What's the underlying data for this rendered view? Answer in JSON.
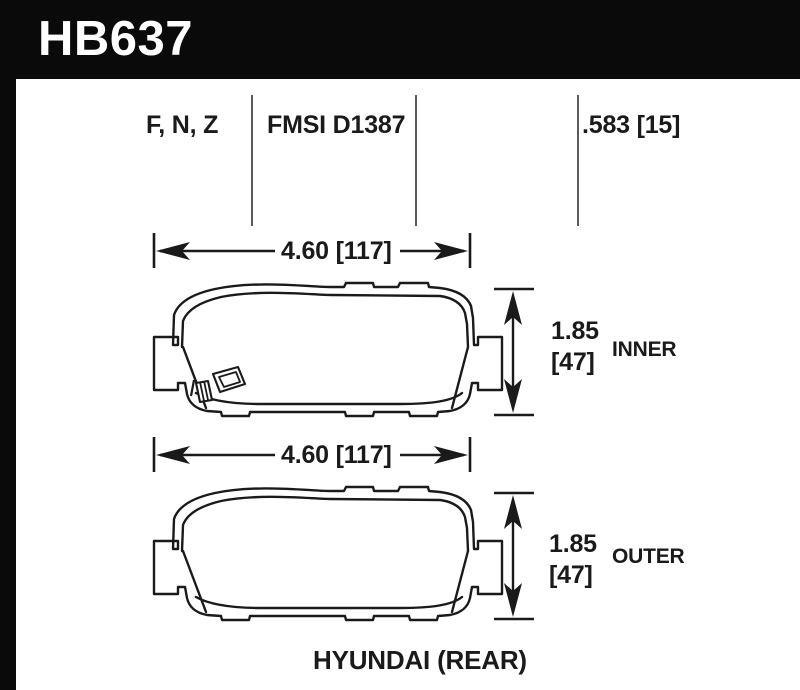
{
  "sheet": {
    "part_number": "HB637",
    "vehicle_label": "HYUNDAI (REAR)",
    "frame_color": "#0a0a0a",
    "background_color": "#ffffff",
    "line_color": "#1a1a1a"
  },
  "spec_row": {
    "compounds": "F, N, Z",
    "fmsi": "FMSI D1387",
    "blank": "",
    "thickness": ".583 [15]"
  },
  "pads": [
    {
      "position_label": "INNER",
      "width_dim": "4.60 [117]",
      "height_dim_in": "1.85",
      "height_dim_mm": "[47]",
      "has_wear_sensor": "true"
    },
    {
      "position_label": "OUTER",
      "width_dim": "4.60 [117]",
      "height_dim_in": "1.85",
      "height_dim_mm": "[47]",
      "has_wear_sensor": "false"
    }
  ]
}
